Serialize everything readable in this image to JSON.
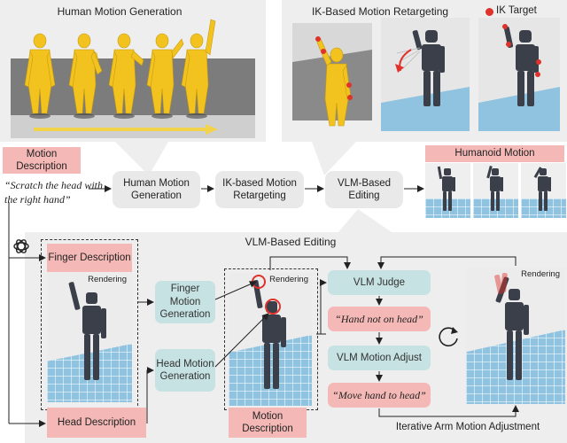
{
  "top_left": {
    "title": "Human Motion Generation"
  },
  "top_right": {
    "title": "IK-Based Motion Retargeting",
    "legend": "IK Target"
  },
  "motion_description": {
    "label": "Motion Description",
    "text": "“Scratch the head with the right hand”"
  },
  "pipeline": {
    "step1": "Human Motion Generation",
    "step2": "IK-based Motion Retargeting",
    "step3": "VLM-Based Editing",
    "output_label": "Humanoid Motion"
  },
  "editing": {
    "title": "VLM-Based Editing",
    "finger_description": "Finger Description",
    "head_description": "Head Description",
    "finger_generation": "Finger Motion Generation",
    "head_generation": "Head Motion Generation",
    "rendering": "Rendering",
    "motion_description": "Motion Description",
    "vlm_judge": "VLM Judge",
    "judge_output": "“Hand not on head”",
    "vlm_adjust": "VLM Motion Adjust",
    "adjust_output": "“Move hand to head”",
    "loop_label": "Iterative Arm Motion Adjustment"
  },
  "colors": {
    "pink": "#f4b9b6",
    "teal": "#c6e2e2",
    "panel": "#eeeeee",
    "human": "#f2c31f",
    "robot": "#3a3f4a",
    "ik_target": "#e0322a",
    "floor": "#8fc3e0"
  },
  "icons": [
    "openai-logo-icon",
    "refresh-loop-icon",
    "ik-target-dot-icon"
  ]
}
